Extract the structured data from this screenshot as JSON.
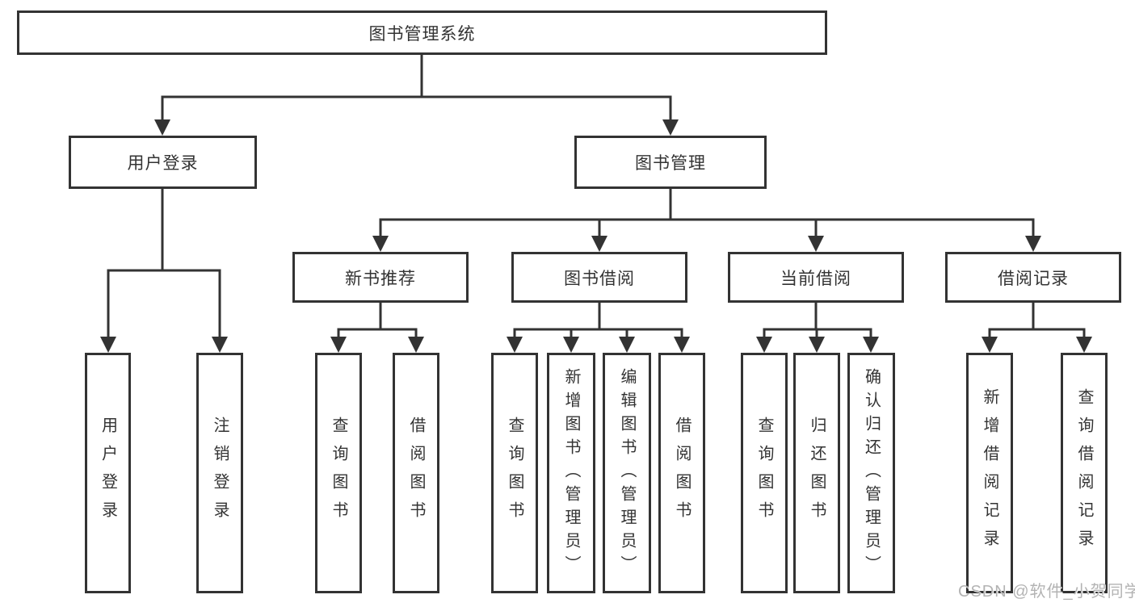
{
  "diagram": {
    "title": "图书管理系统",
    "tree": {
      "label": "图书管理系统",
      "children": [
        {
          "label": "用户登录",
          "children": [
            {
              "label": "用户登录"
            },
            {
              "label": "注销登录"
            }
          ]
        },
        {
          "label": "图书管理",
          "children": [
            {
              "label": "新书推荐",
              "children": [
                {
                  "label": "查询图书"
                },
                {
                  "label": "借阅图书"
                }
              ]
            },
            {
              "label": "图书借阅",
              "children": [
                {
                  "label": "查询图书"
                },
                {
                  "label": "新增图书（管理员）"
                },
                {
                  "label": "编辑图书（管理员）"
                },
                {
                  "label": "借阅图书"
                }
              ]
            },
            {
              "label": "当前借阅",
              "children": [
                {
                  "label": "查询图书"
                },
                {
                  "label": "归还图书"
                },
                {
                  "label": "确认归还（管理员）"
                }
              ]
            },
            {
              "label": "借阅记录",
              "children": [
                {
                  "label": "新增借阅记录"
                },
                {
                  "label": "查询借阅记录"
                }
              ]
            }
          ]
        }
      ]
    },
    "watermark": "CSDN @软件_小贺同学",
    "colors": {
      "line": "#333333",
      "text": "#333333",
      "box_background": "#ffffff",
      "watermark": "#b3b3b3",
      "background": "#ffffff"
    }
  }
}
